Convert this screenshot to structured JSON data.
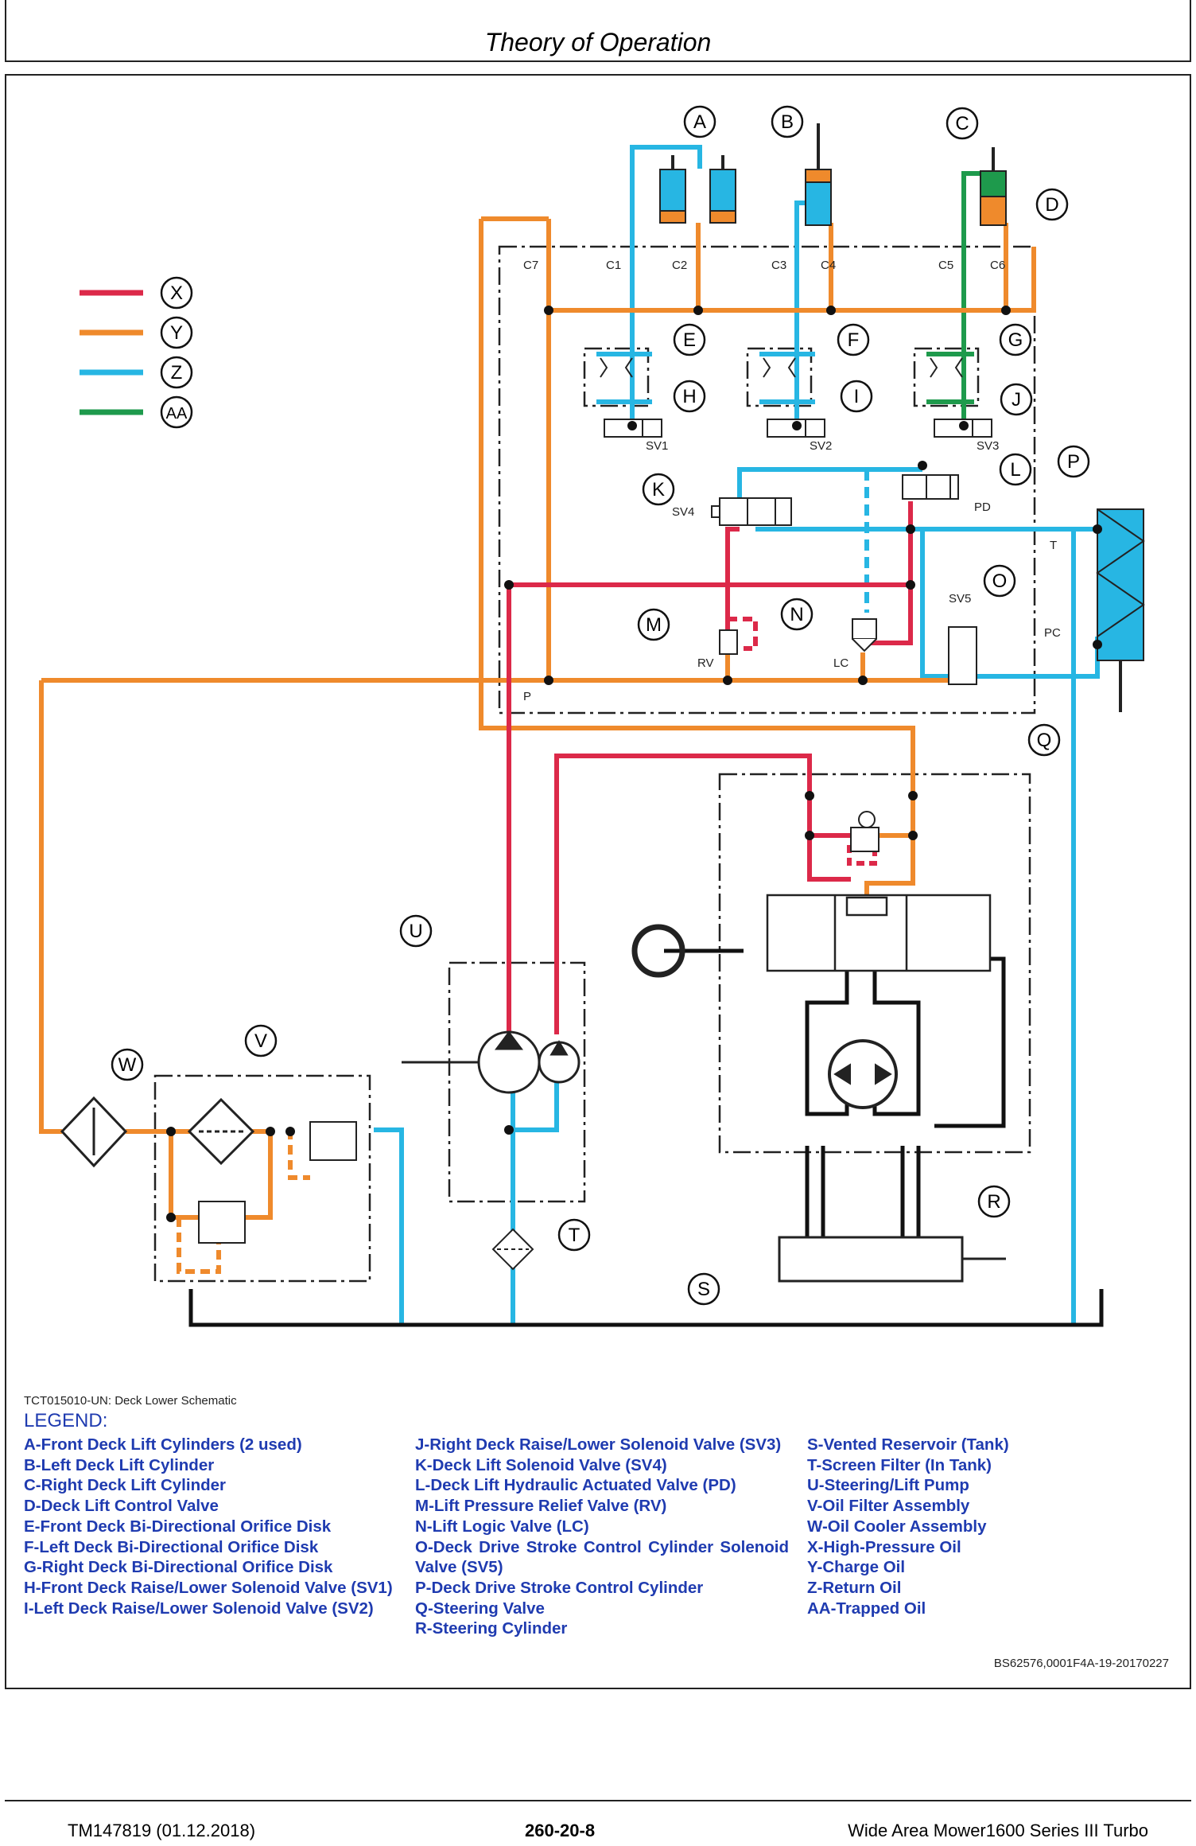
{
  "header": {
    "title": "Theory of Operation"
  },
  "colors": {
    "high_pressure": "#dc2949",
    "charge": "#ef8a2c",
    "return": "#27b6e3",
    "trapped": "#1e9a4c"
  },
  "legend_swatches": [
    {
      "code": "X",
      "color": "#dc2949"
    },
    {
      "code": "Y",
      "color": "#ef8a2c"
    },
    {
      "code": "Z",
      "color": "#27b6e3"
    },
    {
      "code": "AA",
      "color": "#1e9a4c"
    }
  ],
  "callouts": [
    "A",
    "B",
    "C",
    "D",
    "E",
    "F",
    "G",
    "H",
    "I",
    "J",
    "K",
    "L",
    "M",
    "N",
    "O",
    "P",
    "Q",
    "R",
    "S",
    "T",
    "U",
    "V",
    "W"
  ],
  "port_labels": {
    "c7": "C7",
    "c1": "C1",
    "c2": "C2",
    "c3": "C3",
    "c4": "C4",
    "c5": "C5",
    "c6": "C6",
    "sv1": "SV1",
    "sv2": "SV2",
    "sv3": "SV3",
    "sv4": "SV4",
    "sv5": "SV5",
    "pd": "PD",
    "rv": "RV",
    "lc": "LC",
    "t": "T",
    "pc": "PC",
    "p": "P"
  },
  "caption": "TCT015010-UN: Deck Lower Schematic",
  "legend_title": "LEGEND:",
  "legend": {
    "col1": [
      "A-Front Deck Lift Cylinders (2 used)",
      "B-Left Deck Lift Cylinder",
      "C-Right Deck Lift Cylinder",
      "D-Deck Lift Control Valve",
      "E-Front Deck Bi-Directional Orifice Disk",
      "F-Left Deck Bi-Directional Orifice Disk",
      "G-Right Deck Bi-Directional Orifice Disk",
      "H-Front Deck Raise/Lower Solenoid Valve (SV1)",
      "I-Left Deck Raise/Lower Solenoid Valve (SV2)"
    ],
    "col2": [
      "J-Right Deck Raise/Lower Solenoid Valve (SV3)",
      "K-Deck Lift Solenoid Valve (SV4)",
      "L-Deck Lift Hydraulic Actuated Valve (PD)",
      "M-Lift Pressure Relief Valve (RV)",
      "N-Lift Logic Valve (LC)",
      "O-Deck Drive Stroke Control Cylinder Solenoid Valve (SV5)",
      "P-Deck Drive Stroke Control Cylinder",
      "Q-Steering Valve",
      "R-Steering Cylinder"
    ],
    "col3": [
      "S-Vented Reservoir (Tank)",
      "T-Screen Filter (In Tank)",
      "U-Steering/Lift Pump",
      "V-Oil Filter Assembly",
      "W-Oil Cooler Assembly",
      "X-High-Pressure Oil",
      "Y-Charge Oil",
      "Z-Return Oil",
      "AA-Trapped Oil"
    ]
  },
  "reference": "BS62576,0001F4A-19-20170227",
  "footer": {
    "left": "TM147819 (01.12.2018)",
    "center": "260-20-8",
    "right": "Wide Area Mower1600 Series III Turbo"
  }
}
